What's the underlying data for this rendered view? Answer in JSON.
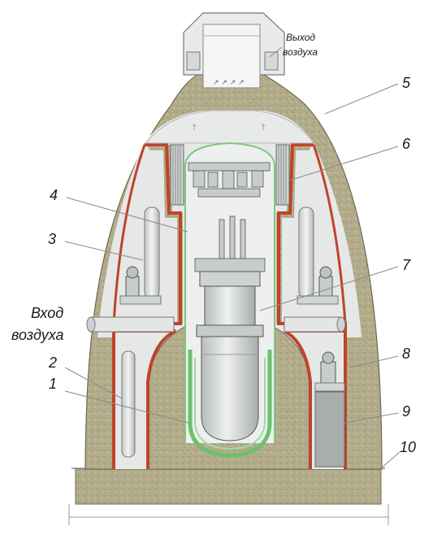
{
  "labels": {
    "air_outlet_line1": "Выход",
    "air_outlet_line2": "воздуха",
    "air_inlet_line1": "Вход",
    "air_inlet_line2": "воздуха"
  },
  "callouts": [
    "1",
    "2",
    "3",
    "4",
    "5",
    "6",
    "7",
    "8",
    "9",
    "10"
  ],
  "colors": {
    "concrete": "#b3ad8c",
    "liner": "#c0432a",
    "steel_light": "#e1e3e3",
    "steel_mid": "#c9cccc",
    "containment": "#7dc87d",
    "ground": "#c2bb9b",
    "leader": "#8a8a8a"
  }
}
